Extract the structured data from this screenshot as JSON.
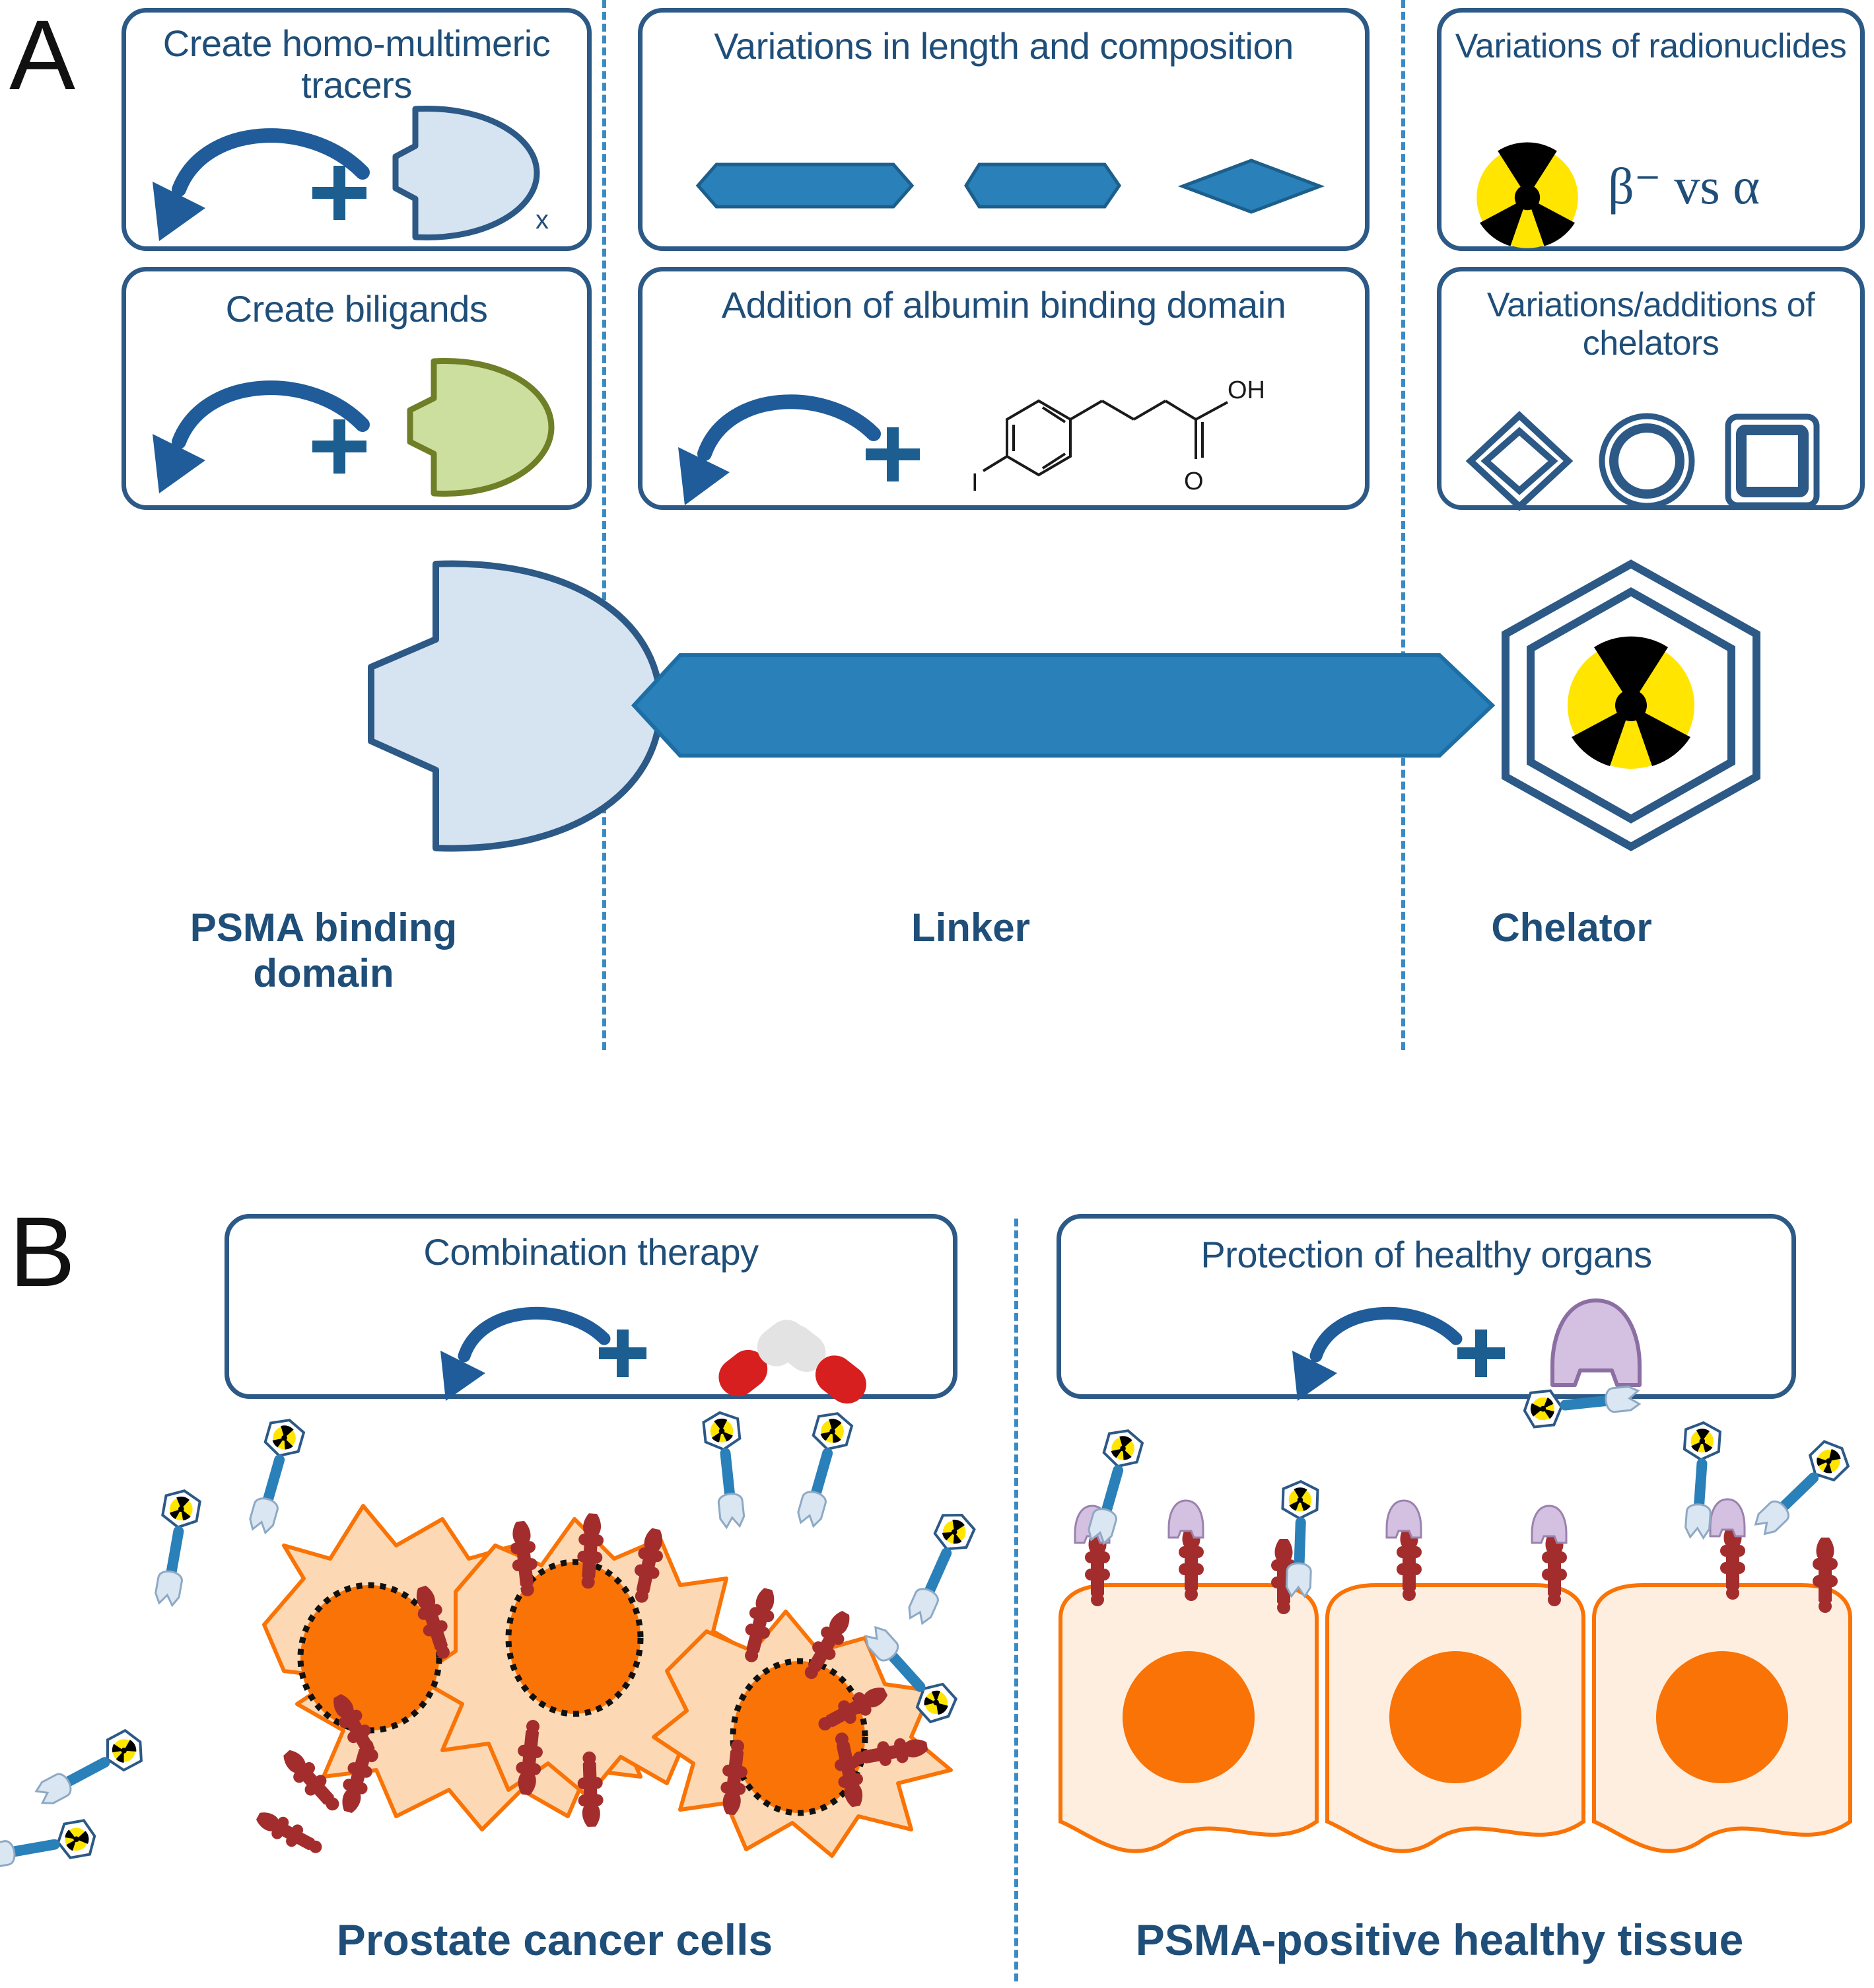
{
  "figure": {
    "panels": [
      {
        "id": "A",
        "label": "A"
      },
      {
        "id": "B",
        "label": "B"
      }
    ]
  },
  "panelA": {
    "boxes": [
      {
        "id": "homo-multimeric",
        "title": "Create homo-multimeric tracers",
        "multiplier": "x",
        "shape": "psma-binding-domain-light-blue",
        "icons": [
          "curved-arrow-icon",
          "plus-icon",
          "binding-domain-icon"
        ]
      },
      {
        "id": "biligands",
        "title": "Create biligands",
        "shape": "second-ligand-green",
        "icons": [
          "curved-arrow-icon",
          "plus-icon",
          "ligand-icon"
        ]
      },
      {
        "id": "linker-variations",
        "title": "Variations in length and composition",
        "icons": [
          "long-linker-icon",
          "short-linker-icon",
          "diamond-linker-icon"
        ]
      },
      {
        "id": "albumin-binder",
        "title": "Addition of albumin binding domain",
        "icons": [
          "curved-arrow-icon",
          "plus-icon",
          "iodophenyl-butanoic-acid-icon"
        ],
        "chem_labels": [
          "OH",
          "O",
          "I"
        ]
      },
      {
        "id": "radionuclides",
        "title": "Variations of radionuclides",
        "emission": "β⁻ vs α",
        "icons": [
          "radioactive-icon"
        ]
      },
      {
        "id": "chelators",
        "title": "Variations/additions of chelators",
        "icons": [
          "diamond-chelator-icon",
          "circle-chelator-icon",
          "square-chelator-icon"
        ]
      }
    ],
    "tracer": {
      "segments": [
        {
          "id": "binding",
          "caption": "PSMA binding domain",
          "color": "#d6e4f2"
        },
        {
          "id": "linker",
          "caption": "Linker",
          "color": "#2a80b9"
        },
        {
          "id": "chelator",
          "caption": "Chelator",
          "color": "#2c5986"
        }
      ]
    }
  },
  "panelB": {
    "boxes": [
      {
        "id": "combination-therapy",
        "title": "Combination therapy",
        "icons": [
          "curved-arrow-icon",
          "plus-icon",
          "pill-capsules-icon"
        ]
      },
      {
        "id": "organ-protection",
        "title": "Protection of healthy organs",
        "icons": [
          "curved-arrow-icon",
          "plus-icon",
          "protective-agent-icon"
        ]
      }
    ],
    "captions": [
      {
        "id": "cancer",
        "label": "Prostate cancer cells"
      },
      {
        "id": "healthy",
        "label": "PSMA-positive healthy tissue"
      }
    ],
    "cancer_scene": {
      "cell_count": 3,
      "tracer_count": 8,
      "receptor_color": "#a32d2d",
      "cytoplasm_color": "#fcd9b4",
      "nucleus_color": "#f97306",
      "membrane_color": "#f97306"
    },
    "healthy_scene": {
      "cell_count": 3,
      "tracer_count": 6,
      "blocker_color": "#d4c0e0",
      "receptor_color": "#a32d2d",
      "cytoplasm_color": "#fdeee0",
      "nucleus_color": "#f97306",
      "membrane_color": "#f97306"
    }
  },
  "colors": {
    "box_border": "#2c5986",
    "title_text": "#1f4e79",
    "divider": "#3a8ac4",
    "linker_blue": "#2a80b9",
    "binding_domain": "#d6e4f2",
    "ligand_green": "#ccdf9f",
    "radioactive_yellow": "#ffe500",
    "radioactive_black": "#000000",
    "pill_red": "#d81f1f",
    "blocker_purple": "#d4c0e0"
  }
}
